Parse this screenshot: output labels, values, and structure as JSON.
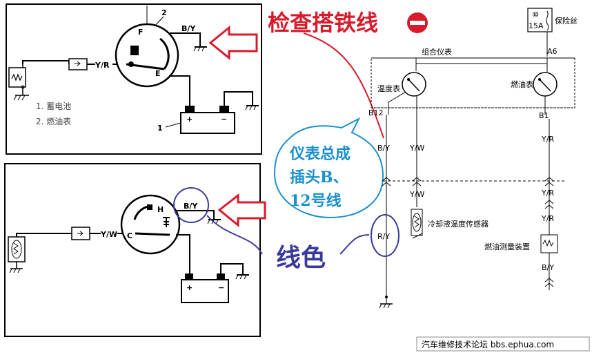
{
  "annotations": {
    "red_title": "检查搭铁线",
    "cyan_line1": "仪表总成",
    "cyan_line2": "插头B、",
    "cyan_line3": "12号线",
    "blue_label": "线色"
  },
  "top_left_panel": {
    "callout_number": "2",
    "battery_number": "1",
    "wire_by": "B/Y",
    "wire_yr": "Y/R",
    "gauge_f": "F",
    "gauge_e": "E",
    "legend_1": "1.  蓄电池",
    "legend_2": "2.  燃油表"
  },
  "bottom_left_panel": {
    "wire_by": "B/Y",
    "wire_yw": "Y/W",
    "gauge_h": "H",
    "gauge_c": "C"
  },
  "schematic": {
    "fuse_top": "⑩",
    "fuse_rating": "15A",
    "fuse_label": "保险丝",
    "cluster_label": "组合仪表",
    "pin_a6": "A6",
    "temp_gauge": "温度表",
    "fuel_gauge": "燃油表",
    "pin_b12": "B12",
    "pin_b1": "B1",
    "wire_by": "B/Y",
    "wire_yw_1": "Y/W",
    "wire_yw_2": "Y/W",
    "wire_yr_1": "Y/R",
    "wire_yr_2": "Y/R",
    "wire_yr_3": "Y/R",
    "wire_ry": "R/Y",
    "wire_by_2": "B/Y",
    "coolant_sensor": "冷却液温度传感器",
    "fuel_sender": "燃油测量装置"
  },
  "footer": {
    "text": "汽车维修技术论坛 bbs.ephua.com"
  },
  "colors": {
    "red": "#d81a2a",
    "cyan": "#1a8fd0",
    "navy": "#3a3a9a",
    "black": "#000000"
  }
}
